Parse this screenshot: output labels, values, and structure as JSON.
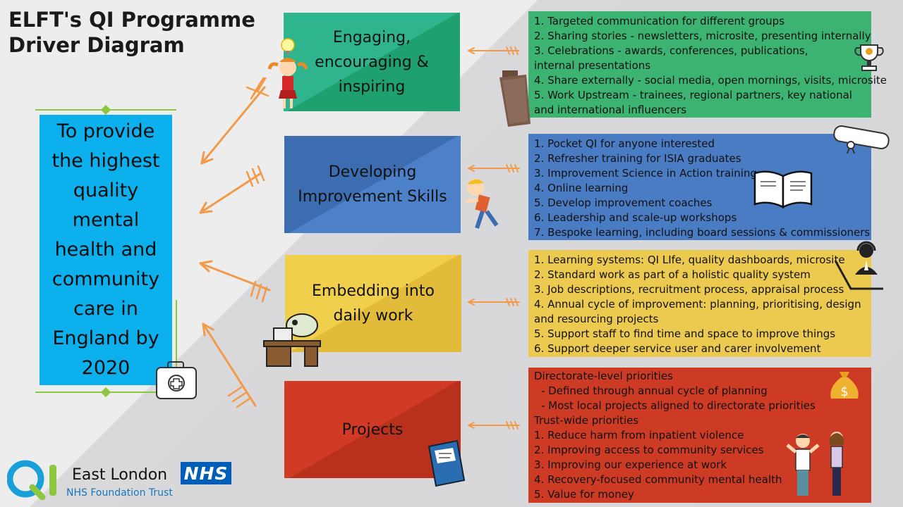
{
  "title": {
    "line1": "ELFT's QI Programme",
    "line2": "Driver Diagram"
  },
  "goal": {
    "text": "To provide the highest quality mental health and community care in England by 2020"
  },
  "drivers": [
    {
      "label": "Engaging, encouraging & inspiring",
      "color": "#2fb58d"
    },
    {
      "label": "Developing Improvement Skills",
      "color": "#3d6db1"
    },
    {
      "label": "Embedding into daily work",
      "color": "#f0cf4c"
    },
    {
      "label": "Projects",
      "color": "#d13b25"
    }
  ],
  "interventions": {
    "engaging": [
      "1. Targeted communication for different groups",
      "2. Sharing stories - newsletters, microsite, presenting internally",
      "3. Celebrations - awards, conferences, publications, internal presentations",
      "4. Share externally - social media, open mornings, visits, microsite",
      "5. Work Upstream - trainees, regional partners, key national and international influencers"
    ],
    "skills": [
      "1. Pocket QI for anyone interested",
      "2. Refresher training for ISIA graduates",
      "3. Improvement Science in Action training",
      "4. Online learning",
      "5. Develop improvement coaches",
      "6. Leadership and scale-up workshops",
      "7. Bespoke learning, including board sessions & commissioners"
    ],
    "daily": [
      "1. Learning systems: QI LIfe, quality dashboards, microsite",
      "2. Standard work as part of a holistic quality system",
      "3. Job descriptions, recruitment process, appraisal process",
      "4. Annual cycle of improvement: planning, prioritising, design and resourcing projects",
      "5. Support staff to find time and space to improve things",
      "6. Support deeper service user and carer involvement"
    ],
    "projects": {
      "directorate_heading": "Directorate-level priorities",
      "directorate_items": [
        "- Defined through annual cycle of planning",
        "- Most local projects aligned to directorate priorities"
      ],
      "trust_heading": "Trust-wide priorities",
      "trust_items": [
        "1. Reduce harm from inpatient violence",
        "2. Improving access to community services",
        "3. Improving our experience at work",
        "4. Recovery-focused community mental health",
        "5. Value for money"
      ]
    }
  },
  "footer": {
    "org_name": "East London",
    "org_sub": "NHS Foundation Trust",
    "nhs": "NHS"
  },
  "icons": [
    "lightbulb-girl-icon",
    "books-stack-icon",
    "trophy-icon",
    "diploma-scroll-icon",
    "open-book-icon",
    "boy-pushing-icon",
    "headset-operator-icon",
    "desk-computer-icon",
    "money-bag-icon",
    "notebook-icon",
    "people-icon",
    "first-aid-kit-icon",
    "qi-logo-icon"
  ],
  "colors": {
    "goal": "#0bb0ec",
    "arrow": "#f39a4a",
    "accent_green": "#8dc63f"
  }
}
